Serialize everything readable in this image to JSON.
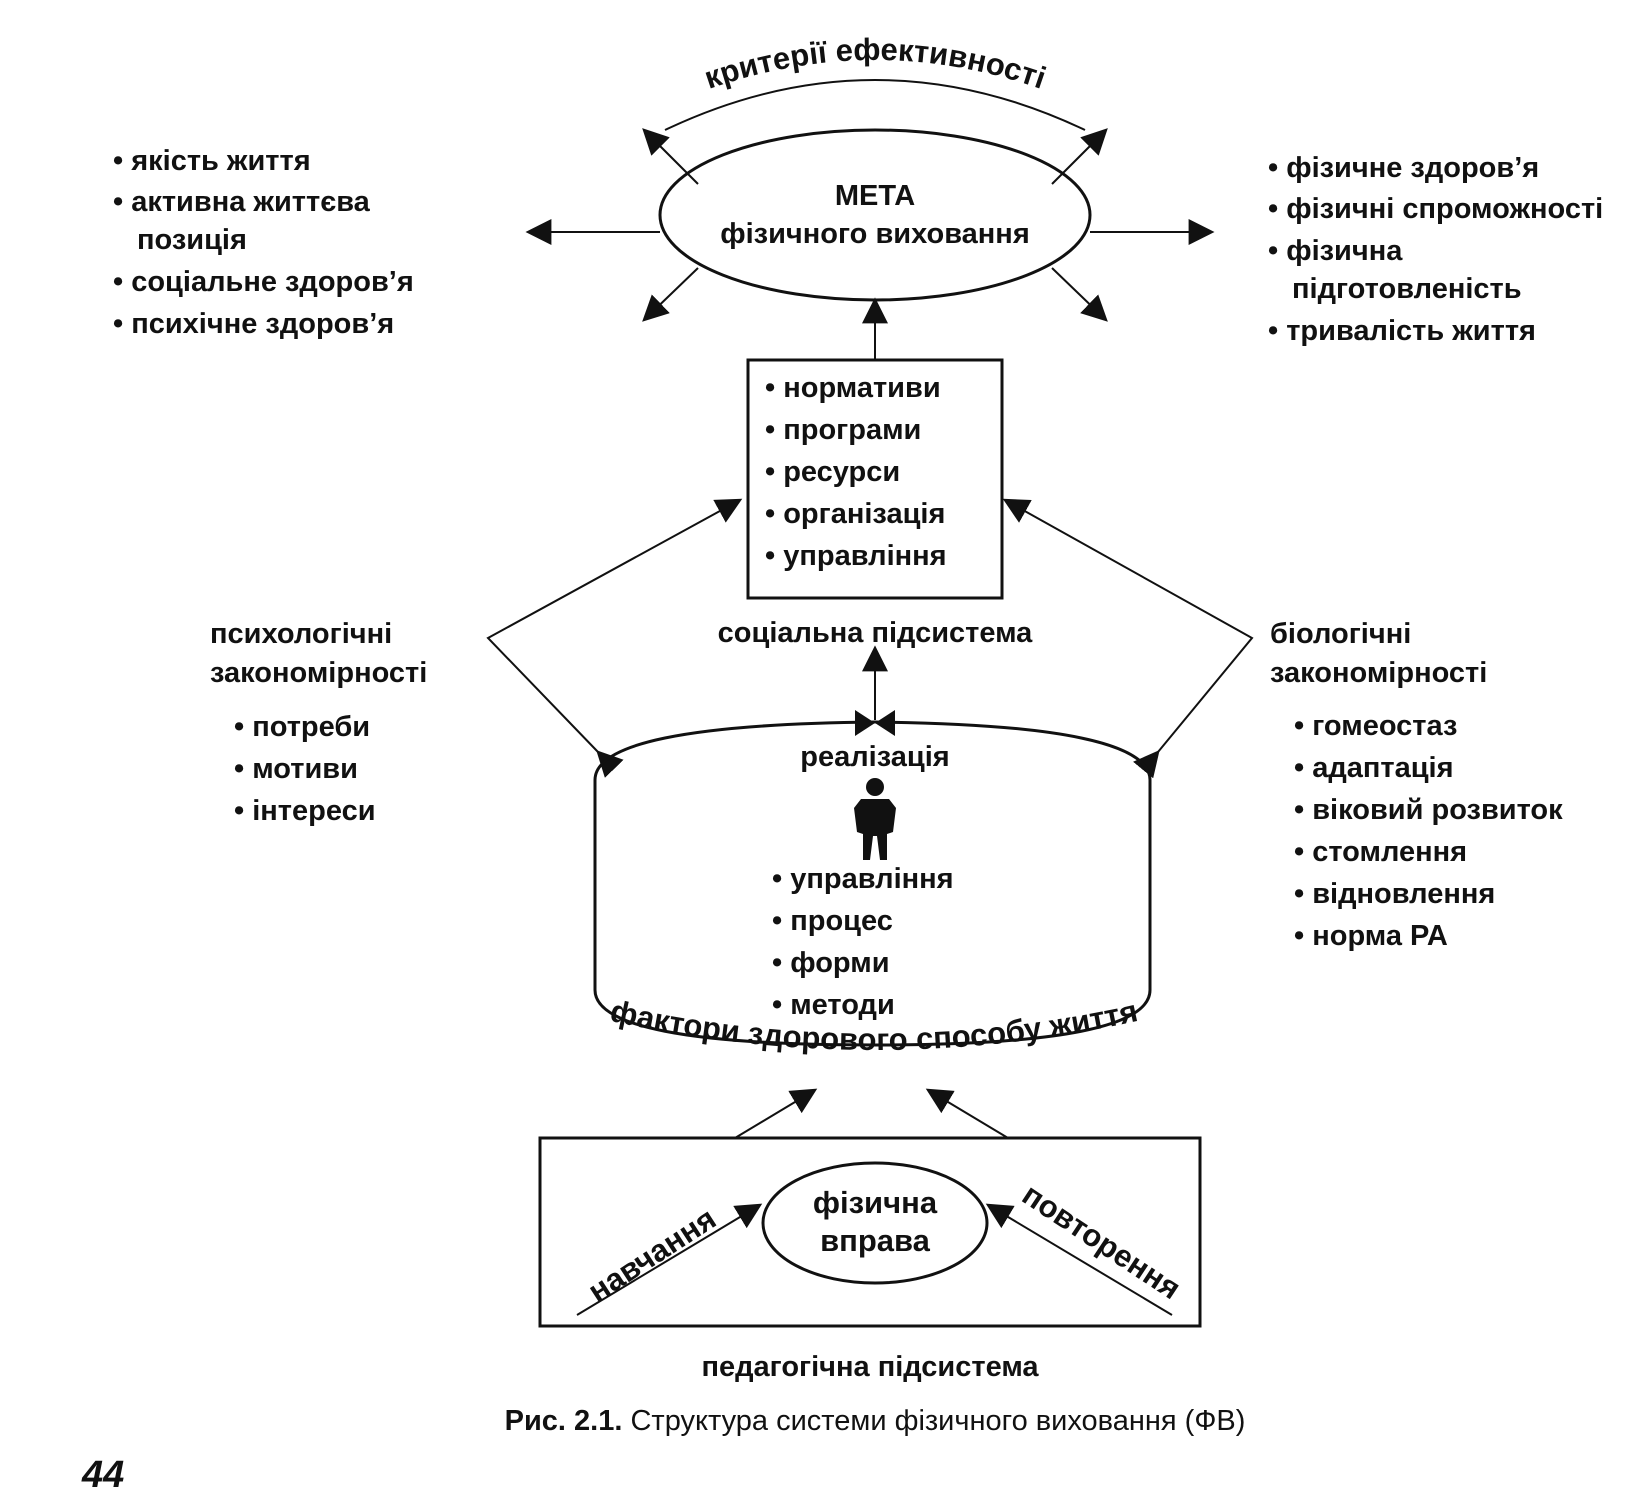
{
  "goal": {
    "line1": "МЕТА",
    "line2": "фізичного виховання"
  },
  "criteria_label": "критерії ефективності",
  "left_goals": [
    {
      "lines": [
        "• якість життя"
      ]
    },
    {
      "lines": [
        "• активна життєва",
        "позиція"
      ]
    },
    {
      "lines": [
        "• соціальне здоров’я"
      ]
    },
    {
      "lines": [
        "• психічне здоров’я"
      ]
    }
  ],
  "right_goals": [
    {
      "lines": [
        "• фізичне здоров’я"
      ]
    },
    {
      "lines": [
        "• фізичні спроможності"
      ]
    },
    {
      "lines": [
        "• фізична",
        "підготовленість"
      ]
    },
    {
      "lines": [
        "• тривалість життя"
      ]
    }
  ],
  "social_box_items": [
    "• нормативи",
    "• програми",
    "• ресурси",
    "• організація",
    "• управління"
  ],
  "social_label": "соціальна підсистема",
  "psych": {
    "title_lines": [
      "психологічні",
      "закономірності"
    ],
    "items": [
      "• потреби",
      "• мотиви",
      "• інтереси"
    ]
  },
  "bio": {
    "title_lines": [
      "біологічні",
      "закономірності"
    ],
    "items": [
      "• гомеостаз",
      "• адаптація",
      "• віковий розвиток",
      "• стомлення",
      "• відновлення",
      "• норма РА"
    ]
  },
  "realization": {
    "label": "реалізація",
    "items": [
      "• управління",
      "• процес",
      "• форми",
      "• методи"
    ]
  },
  "factors_label": "фактори здорового способу життя",
  "exercise": {
    "line1": "фізична",
    "line2": "вправа"
  },
  "learning_label": "навчання",
  "repetition_label": "повторення",
  "pedagogic_label": "педагогічна підсистема",
  "caption": {
    "prefix": "Рис. 2.1.",
    "text": " Структура системи фізичного виховання (ФВ)"
  },
  "page_number": "44"
}
